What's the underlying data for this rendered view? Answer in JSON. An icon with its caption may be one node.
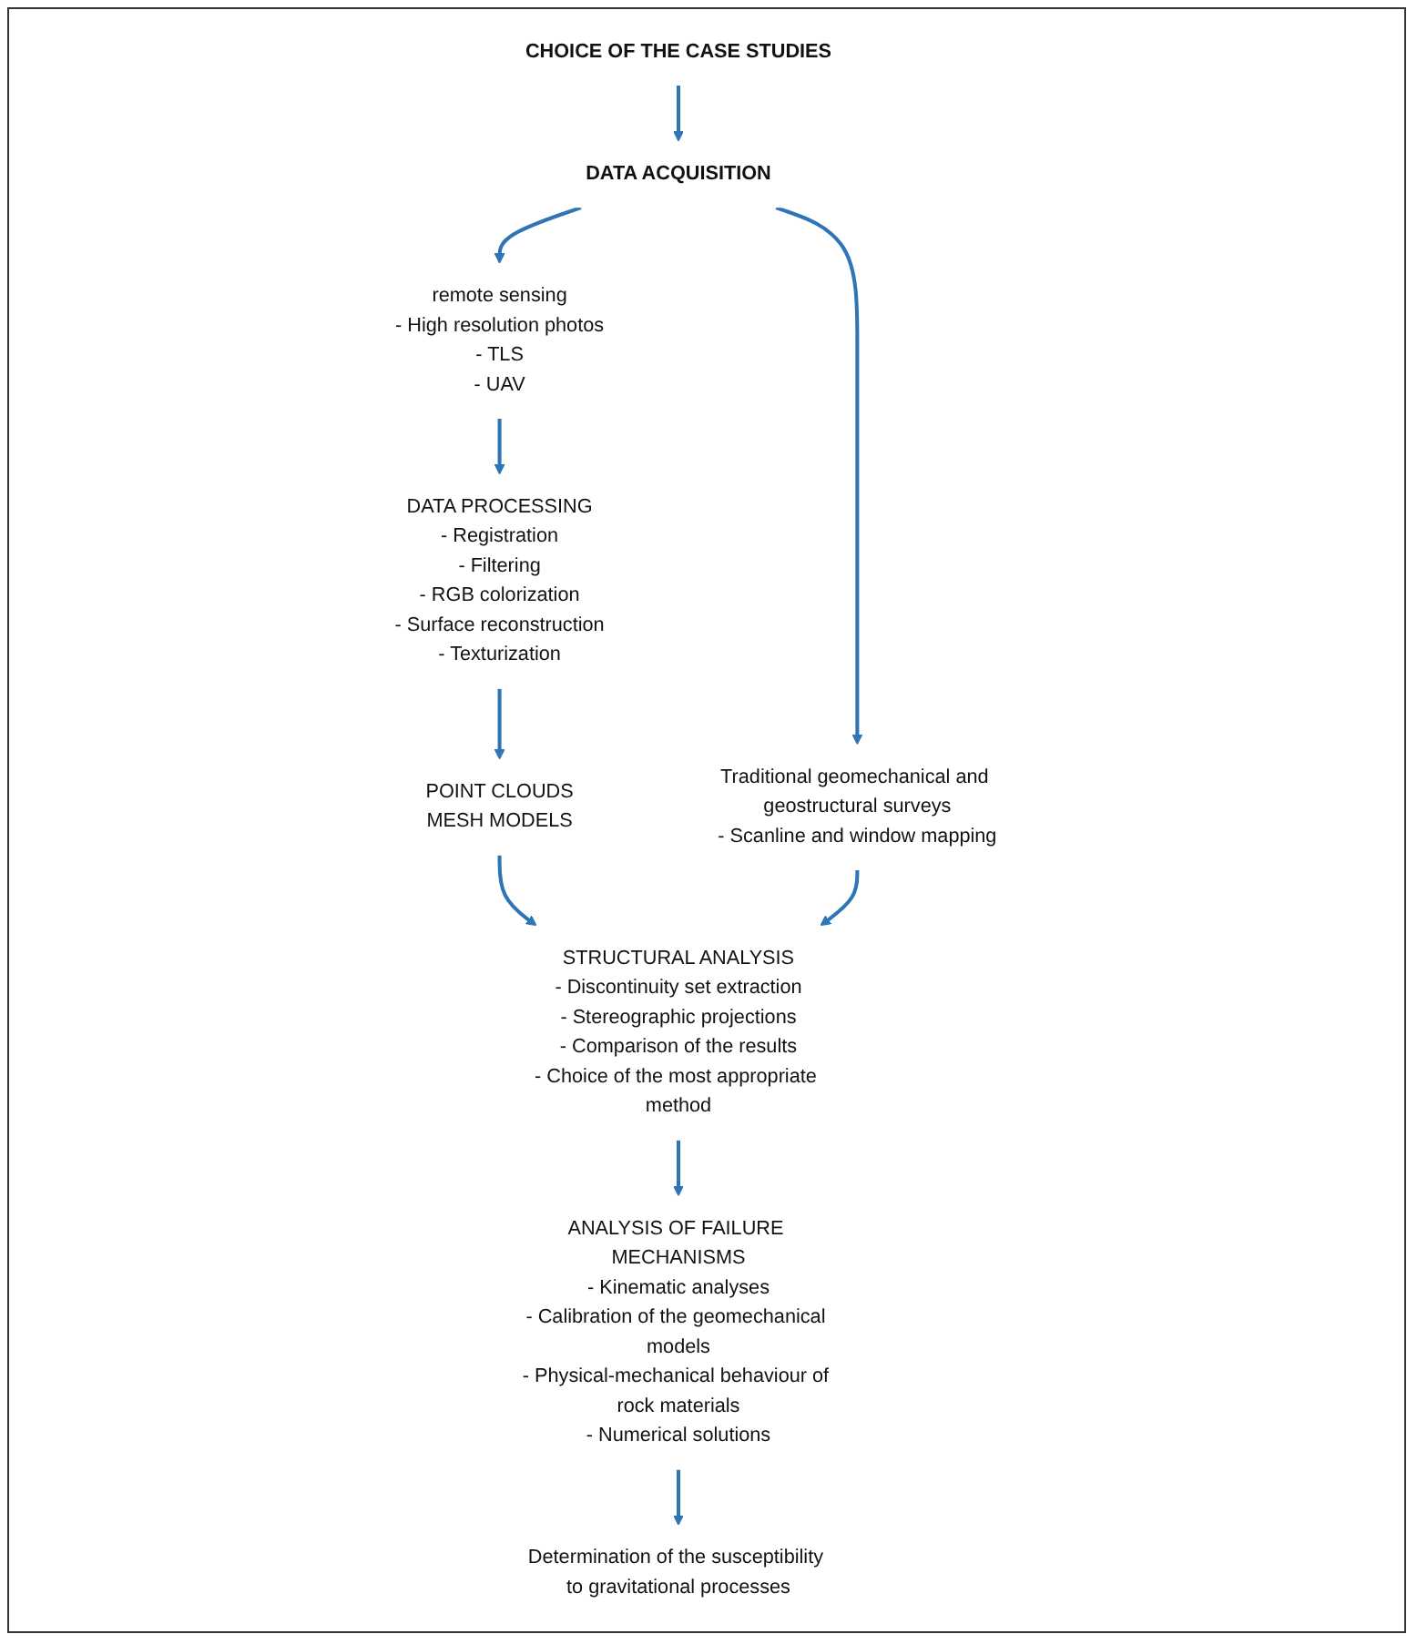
{
  "diagram": {
    "nodes": [
      {
        "text": [
          "CHOICE OF THE CASE STUDIES"
        ]
      },
      {
        "text": [
          "DATA ACQUISITION"
        ]
      },
      {
        "text": [
          "Traditional geomechanical and geostructural surveys",
          "- Scanline and window mapping"
        ]
      },
      {
        "text": [
          "remote sensing",
          "- High resolution photos",
          "- TLS",
          "- UAV"
        ]
      },
      {
        "text": [
          "DATA PROCESSING",
          "- Registration",
          "- Filtering",
          "- RGB colorization",
          "- Surface reconstruction",
          "- Texturization"
        ]
      },
      {
        "text": [
          "POINT CLOUDS",
          "MESH MODELS"
        ]
      },
      {
        "text": [
          "STRUCTURAL ANALYSIS",
          "- Discontinuity set extraction",
          "- Stereographic projections",
          "- Comparison of the results",
          "- Choice of the most appropriate method"
        ]
      },
      {
        "text": [
          "ANALYSIS OF FAILURE MECHANISMS",
          "- Kinematic analyses",
          "- Calibration of the geomechanical models",
          "- Physical-mechanical behaviour of rock materials",
          "- Numerical solutions"
        ]
      },
      {
        "text": [
          "Determination of the susceptibility to gravitational processes"
        ]
      }
    ],
    "edges": [
      {
        "from": 0,
        "to": 1,
        "arrow": "to"
      },
      {
        "from": 1,
        "to": 2,
        "arrow": "to"
      },
      {
        "from": 1,
        "to": 3,
        "arrow": "to"
      },
      {
        "from": 3,
        "to": 4,
        "arrow": "to"
      },
      {
        "from": 4,
        "to": 5,
        "arrow": "to"
      },
      {
        "from": 5,
        "to": 6,
        "arrow": "to"
      },
      {
        "from": 2,
        "to": 6,
        "arrow": "to"
      },
      {
        "from": 6,
        "to": 7,
        "arrow": "to"
      },
      {
        "from": 7,
        "to": 8,
        "arrow": "to"
      }
    ]
  }
}
